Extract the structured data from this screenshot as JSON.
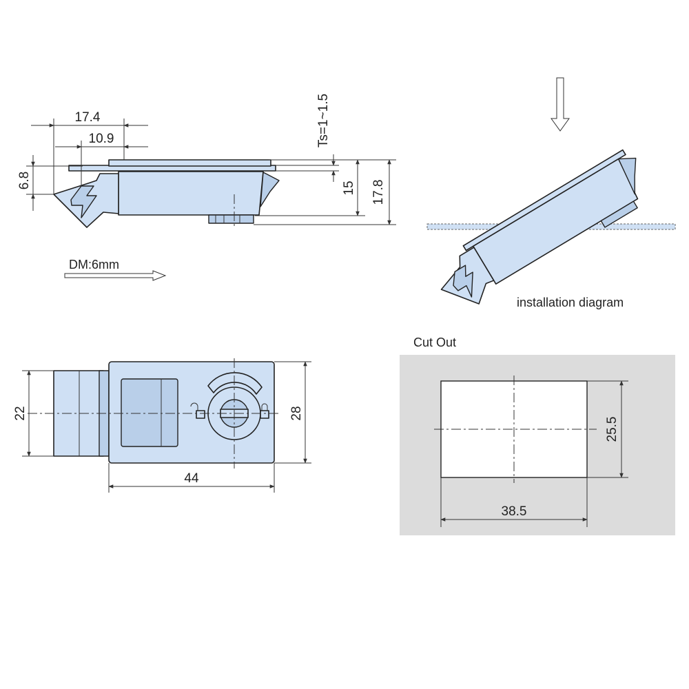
{
  "dimensions": {
    "side_17_4": "17.4",
    "side_10_9": "10.9",
    "side_6_8": "6.8",
    "side_ts": "Ts=1~1.5",
    "side_15": "15",
    "side_17_8": "17.8",
    "front_22": "22",
    "front_28": "28",
    "front_44": "44",
    "cutout_25_5": "25.5",
    "cutout_38_5": "38.5"
  },
  "labels": {
    "dm": "DM:6mm",
    "installation": "installation diagram",
    "cutout_title": "Cut Out"
  },
  "colors": {
    "part_fill": "#cfe0f4",
    "cutout_panel": "#dcdcdc"
  }
}
